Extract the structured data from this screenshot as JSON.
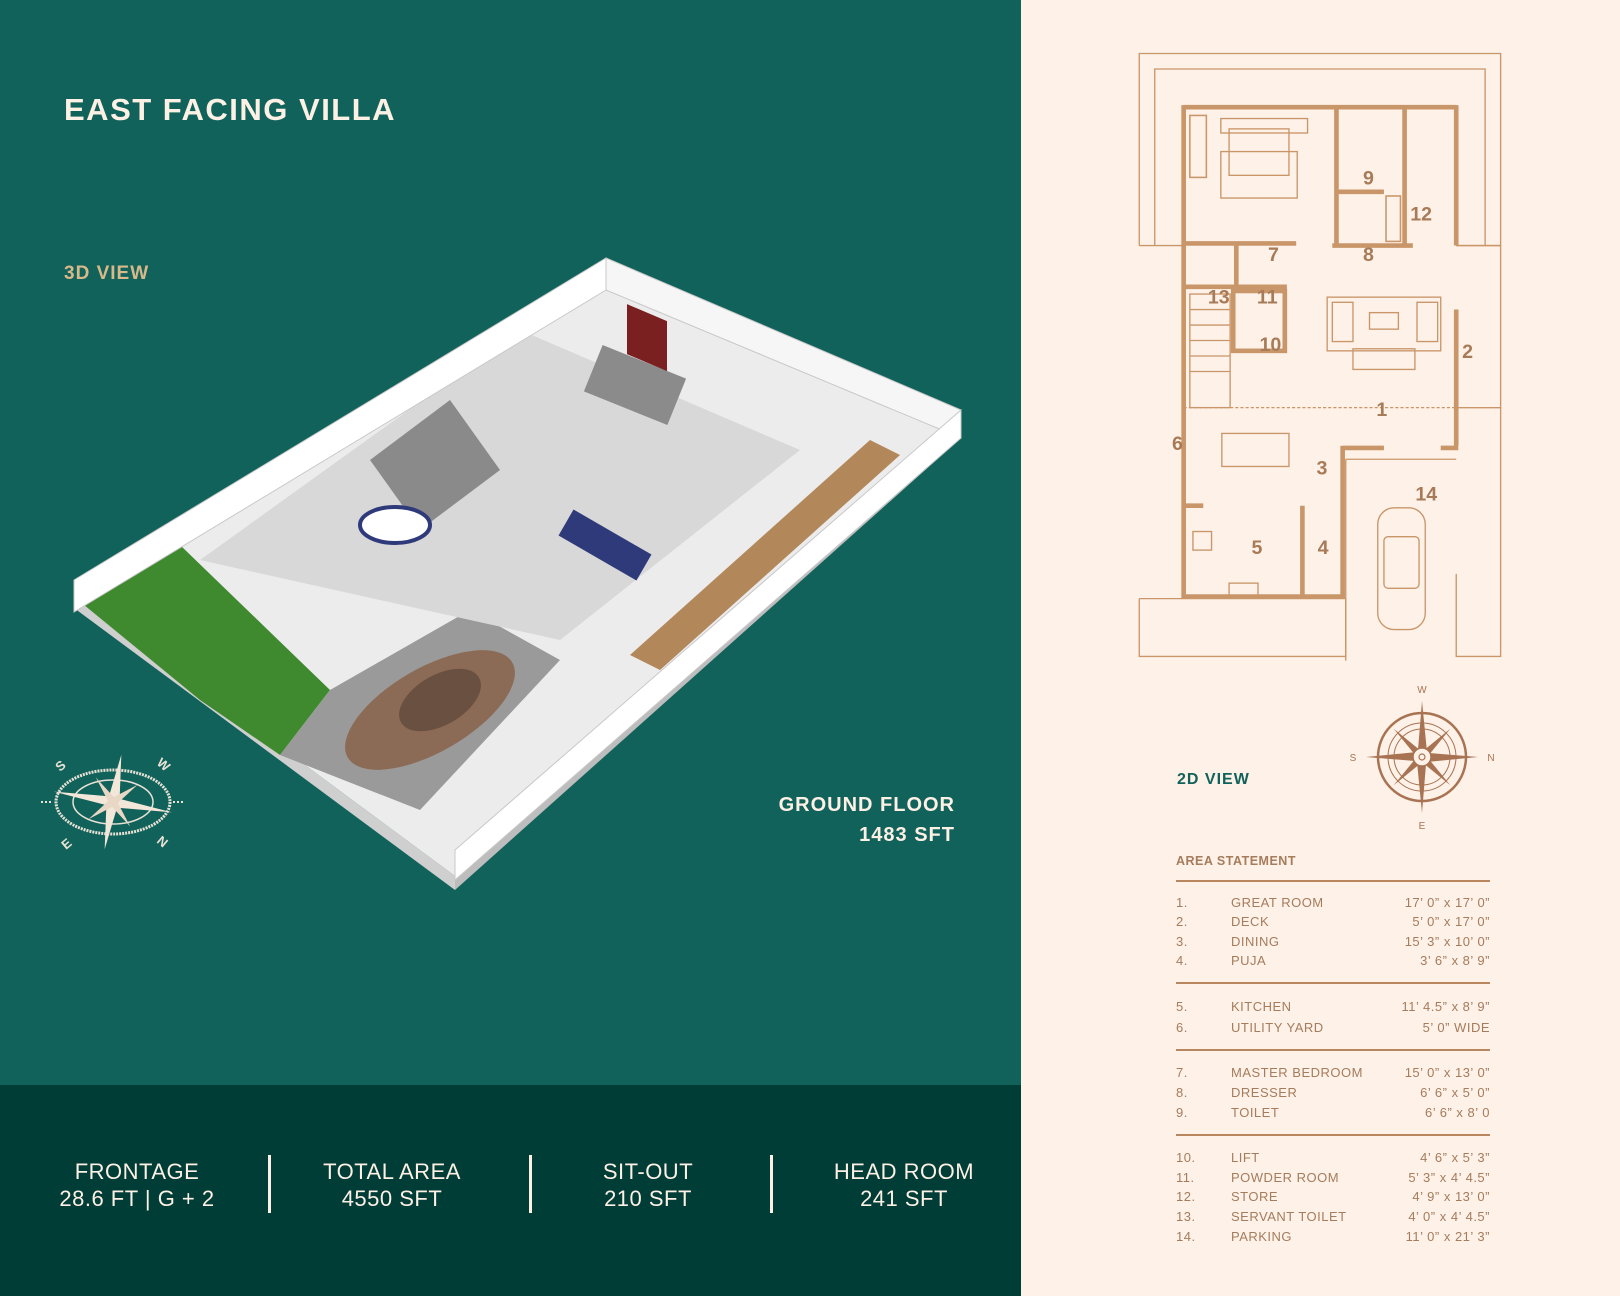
{
  "header": {
    "title": "EAST FACING VILLA",
    "view_3d_label": "3D VIEW"
  },
  "ground_floor": {
    "label": "GROUND FLOOR",
    "area": "1483 SFT"
  },
  "footer_stats": [
    {
      "label": "FRONTAGE",
      "value": "28.6 FT | G + 2"
    },
    {
      "label": "TOTAL AREA",
      "value": "4550 SFT"
    },
    {
      "label": "SIT-OUT",
      "value": "210 SFT"
    },
    {
      "label": "HEAD ROOM",
      "value": "241 SFT"
    }
  ],
  "plan": {
    "view_2d_label": "2D VIEW",
    "room_numbers": [
      "1",
      "2",
      "3",
      "4",
      "5",
      "6",
      "7",
      "8",
      "9",
      "10",
      "11",
      "12",
      "13",
      "14"
    ],
    "compass": {
      "top": "W",
      "left": "S",
      "right": "N",
      "bottom": "E"
    },
    "compass_3d": {
      "labels": [
        "S",
        "W",
        "E",
        "N"
      ]
    }
  },
  "area_statement": {
    "title": "AREA STATEMENT",
    "rows": [
      {
        "num": "1.",
        "name": "GREAT ROOM",
        "dim": "17’ 0” x 17’ 0”"
      },
      {
        "num": "2.",
        "name": "DECK",
        "dim": "5’ 0” x 17’ 0”"
      },
      {
        "num": "3.",
        "name": "DINING",
        "dim": "15’ 3” x 10’ 0”"
      },
      {
        "num": "4.",
        "name": "PUJA",
        "dim": "3’ 6” x 8’ 9”"
      },
      {
        "num": "5.",
        "name": "KITCHEN",
        "dim": "11’ 4.5” x 8’ 9”"
      },
      {
        "num": "6.",
        "name": "UTILITY YARD",
        "dim": "5’ 0”  WIDE"
      },
      {
        "num": "7.",
        "name": "MASTER BEDROOM",
        "dim": "15’ 0” x 13’ 0”"
      },
      {
        "num": "8.",
        "name": "DRESSER",
        "dim": "6’ 6” x 5’ 0”"
      },
      {
        "num": "9.",
        "name": "TOILET",
        "dim": "6’ 6” x 8’ 0"
      },
      {
        "num": "10.",
        "name": "LIFT",
        "dim": "4’ 6” x 5’ 3”"
      },
      {
        "num": "11.",
        "name": "POWDER ROOM",
        "dim": "5’ 3” x 4’ 4.5”"
      },
      {
        "num": "12.",
        "name": "STORE",
        "dim": "4’ 9” x 13’ 0”"
      },
      {
        "num": "13.",
        "name": "SERVANT TOILET",
        "dim": "4’ 0” x 4’ 4.5”"
      },
      {
        "num": "14.",
        "name": "PARKING",
        "dim": "11’ 0” x 21’ 3”"
      }
    ]
  },
  "colors": {
    "teal": "#11625A",
    "dark_teal": "#003D37",
    "cream": "#FDF1E8",
    "brown": "#B8875F",
    "gold": "#D9B98A"
  }
}
